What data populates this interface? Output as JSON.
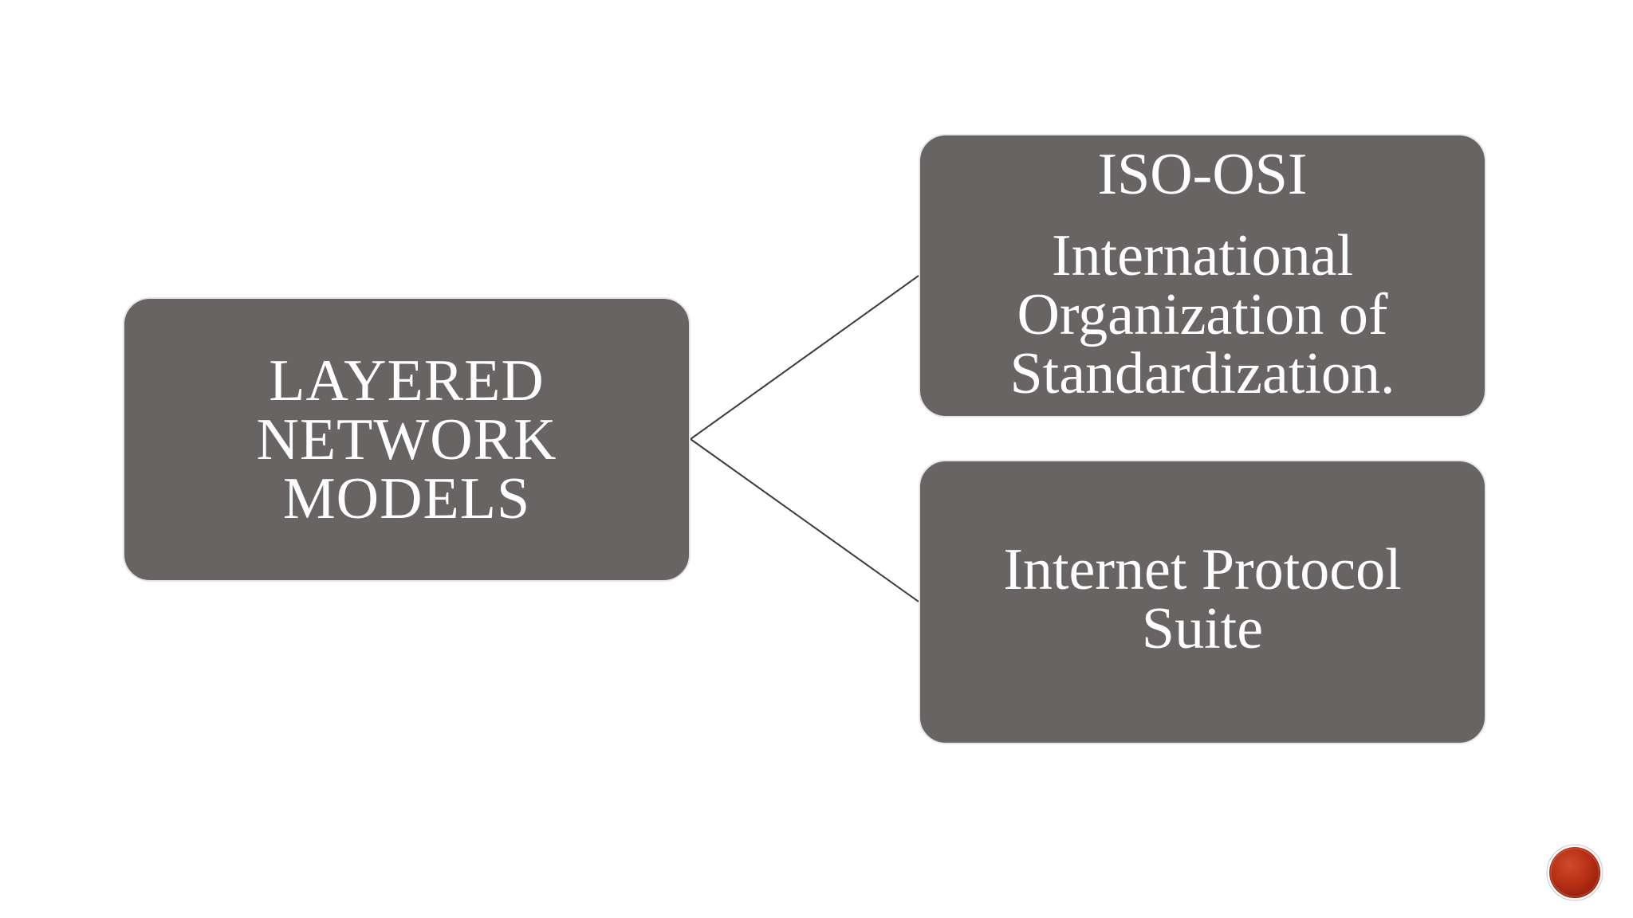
{
  "diagram": {
    "root": {
      "lines": [
        "LAYERED",
        "NETWORK",
        "MODELS"
      ]
    },
    "children": [
      {
        "title": "ISO-OSI",
        "lines": [
          "International",
          "Organization of",
          "Standardization."
        ]
      },
      {
        "lines": [
          "Internet Protocol",
          "Suite"
        ]
      }
    ]
  },
  "colors": {
    "node_fill": "#676463",
    "node_border": "#e6e6e6",
    "text": "#ffffff",
    "connector": "#3a3a3a",
    "badge": "#b42d14"
  }
}
